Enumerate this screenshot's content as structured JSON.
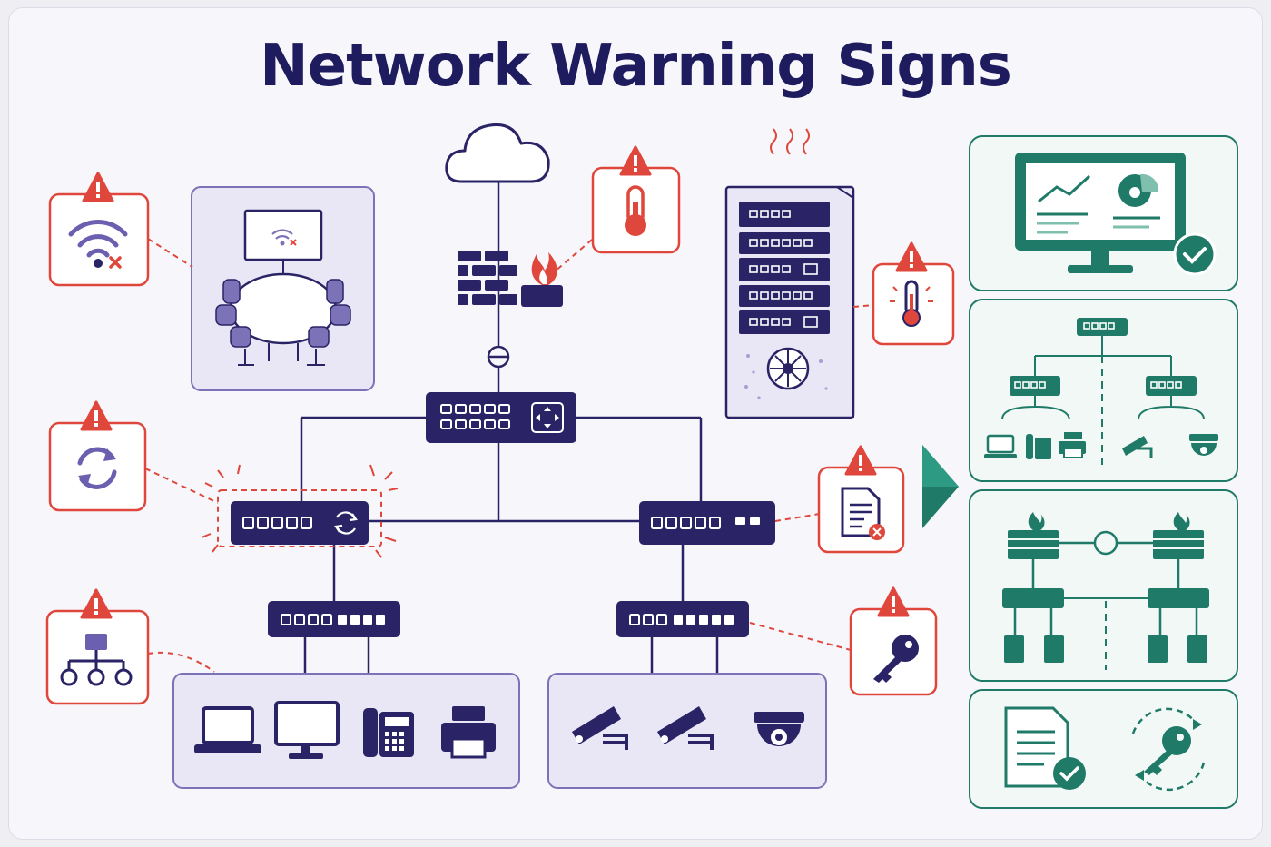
{
  "title": "Network Warning Signs",
  "colors": {
    "navy": "#2a2466",
    "purple_outline": "#7b72b8",
    "purple_fill": "#e9e7f5",
    "alert_red": "#e0473c",
    "healthy_green": "#1f7a68",
    "green_fill": "#f2f8f5",
    "background": "#f7f7fb"
  },
  "warnings": [
    {
      "name": "wifi-disconnected",
      "icon": "wifi-x-icon"
    },
    {
      "name": "overheating-firewall",
      "icon": "thermometer-icon"
    },
    {
      "name": "overheating-server-rack",
      "icon": "thermometer-icon"
    },
    {
      "name": "switch-reboot-loop",
      "icon": "refresh-icon"
    },
    {
      "name": "log-error",
      "icon": "document-x-icon"
    },
    {
      "name": "topology-issue",
      "icon": "hierarchy-icon"
    },
    {
      "name": "credential-issue",
      "icon": "key-icon"
    }
  ],
  "healthy_panels": [
    {
      "name": "monitoring-dashboard",
      "icon": "monitor-chart-check-icon"
    },
    {
      "name": "segmented-network",
      "icon": "network-tree-icon"
    },
    {
      "name": "redundant-firewalls",
      "icon": "firewall-redundancy-icon"
    },
    {
      "name": "documentation-and-key-rotation",
      "icon": "document-check-key-icon"
    }
  ],
  "devices": {
    "office": [
      "laptop-icon",
      "monitor-icon",
      "desk-phone-icon",
      "printer-icon"
    ],
    "security": [
      "cctv-camera-icon",
      "cctv-camera-icon",
      "dome-camera-icon"
    ]
  }
}
